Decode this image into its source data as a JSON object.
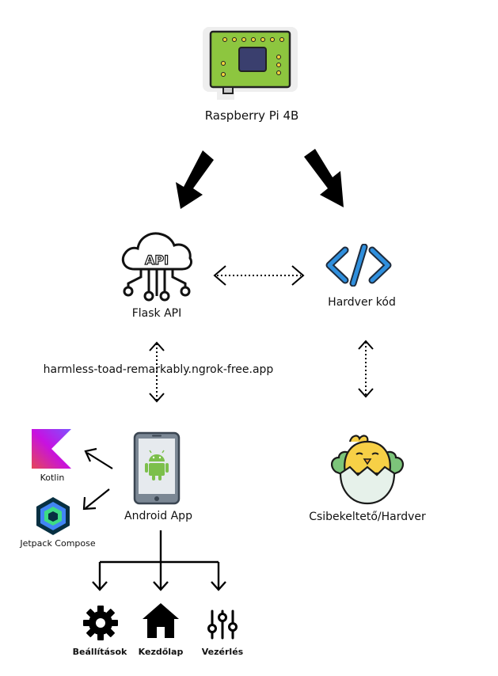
{
  "nodes": {
    "raspberry": {
      "label": "Raspberry Pi 4B",
      "icon": "raspberry-pi-board-icon"
    },
    "flask": {
      "label": "Flask API",
      "icon": "api-cloud-icon"
    },
    "hardware_code": {
      "label": "Hardver kód",
      "icon": "code-brackets-icon"
    },
    "ngrok_url": {
      "label": "harmless-toad-remarkably.ngrok-free.app"
    },
    "android": {
      "label": "Android App",
      "icon": "android-phone-icon"
    },
    "kotlin": {
      "label": "Kotlin",
      "icon": "kotlin-logo-icon"
    },
    "compose": {
      "label": "Jetpack Compose",
      "icon": "jetpack-compose-logo-icon"
    },
    "incubator": {
      "label": "Csibekeltető/Hardver",
      "icon": "hatching-chick-icon"
    },
    "settings": {
      "label": "Beállítások",
      "icon": "gear-icon"
    },
    "home": {
      "label": "Kezdőlap",
      "icon": "home-icon"
    },
    "control": {
      "label": "Vezérlés",
      "icon": "sliders-icon"
    }
  },
  "colors": {
    "board_green": "#8dc63f",
    "code_blue": "#2f8fdd",
    "chick_yellow": "#f7d046",
    "leaf_green": "#7cc47a",
    "android_green": "#7cbf4b",
    "kotlin_purple": "#7f52ff",
    "compose_blue": "#4285f4"
  }
}
